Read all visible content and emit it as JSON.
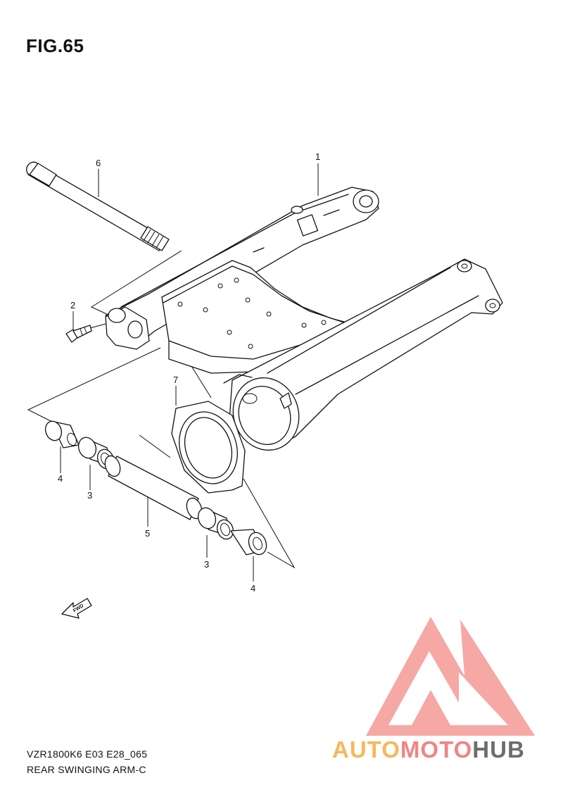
{
  "figure": {
    "title": "FIG.65"
  },
  "callouts": {
    "c1": "1",
    "c2": "2",
    "c3a": "3",
    "c3b": "3",
    "c4a": "4",
    "c4b": "4",
    "c5": "5",
    "c6": "6",
    "c7": "7"
  },
  "fwd_label": "FWD",
  "footer": {
    "model_code": "VZR1800K6 E03 E28_065",
    "part_name": "REAR SWINGING ARM-C"
  },
  "watermark": {
    "part1": "AUTO",
    "part2": "MOTO",
    "part3": "HUB",
    "colors": {
      "auto": "#f6b85c",
      "moto": "#f08585",
      "hub": "#6e6e6e",
      "logo": "#f59a96"
    }
  }
}
